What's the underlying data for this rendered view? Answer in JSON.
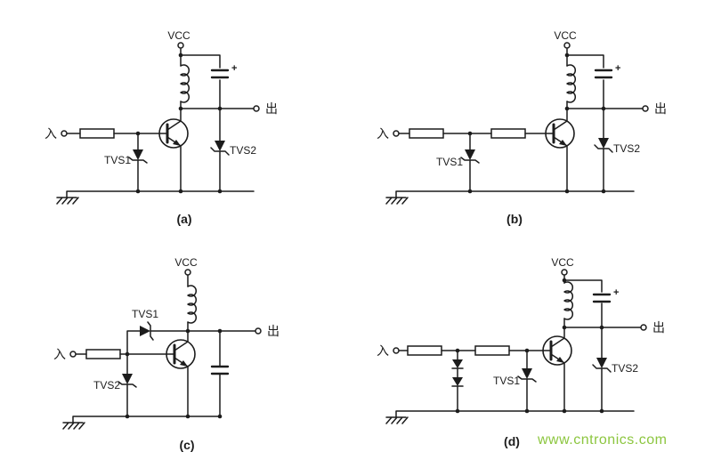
{
  "colors": {
    "background": "#ffffff",
    "line": "#1c1c1c",
    "watermark": "#8cc63f"
  },
  "watermark": {
    "text": "www.cntronics.com"
  },
  "circuits": [
    {
      "caption": "(a)",
      "vcc": "VCC",
      "input": "入",
      "output": "出",
      "tvs1": "TVS1",
      "tvs2": "TVS2",
      "cap_plus": "+"
    },
    {
      "caption": "(b)",
      "vcc": "VCC",
      "input": "入",
      "output": "出",
      "tvs1": "TVS1",
      "tvs2": "TVS2",
      "cap_plus": "+"
    },
    {
      "caption": "(c)",
      "vcc": "VCC",
      "input": "入",
      "output": "出",
      "tvs1": "TVS1",
      "tvs2": "TVS2"
    },
    {
      "caption": "(d)",
      "vcc": "VCC",
      "input": "入",
      "output": "出",
      "tvs1": "TVS1",
      "tvs2": "TVS2",
      "cap_plus": "+"
    }
  ]
}
